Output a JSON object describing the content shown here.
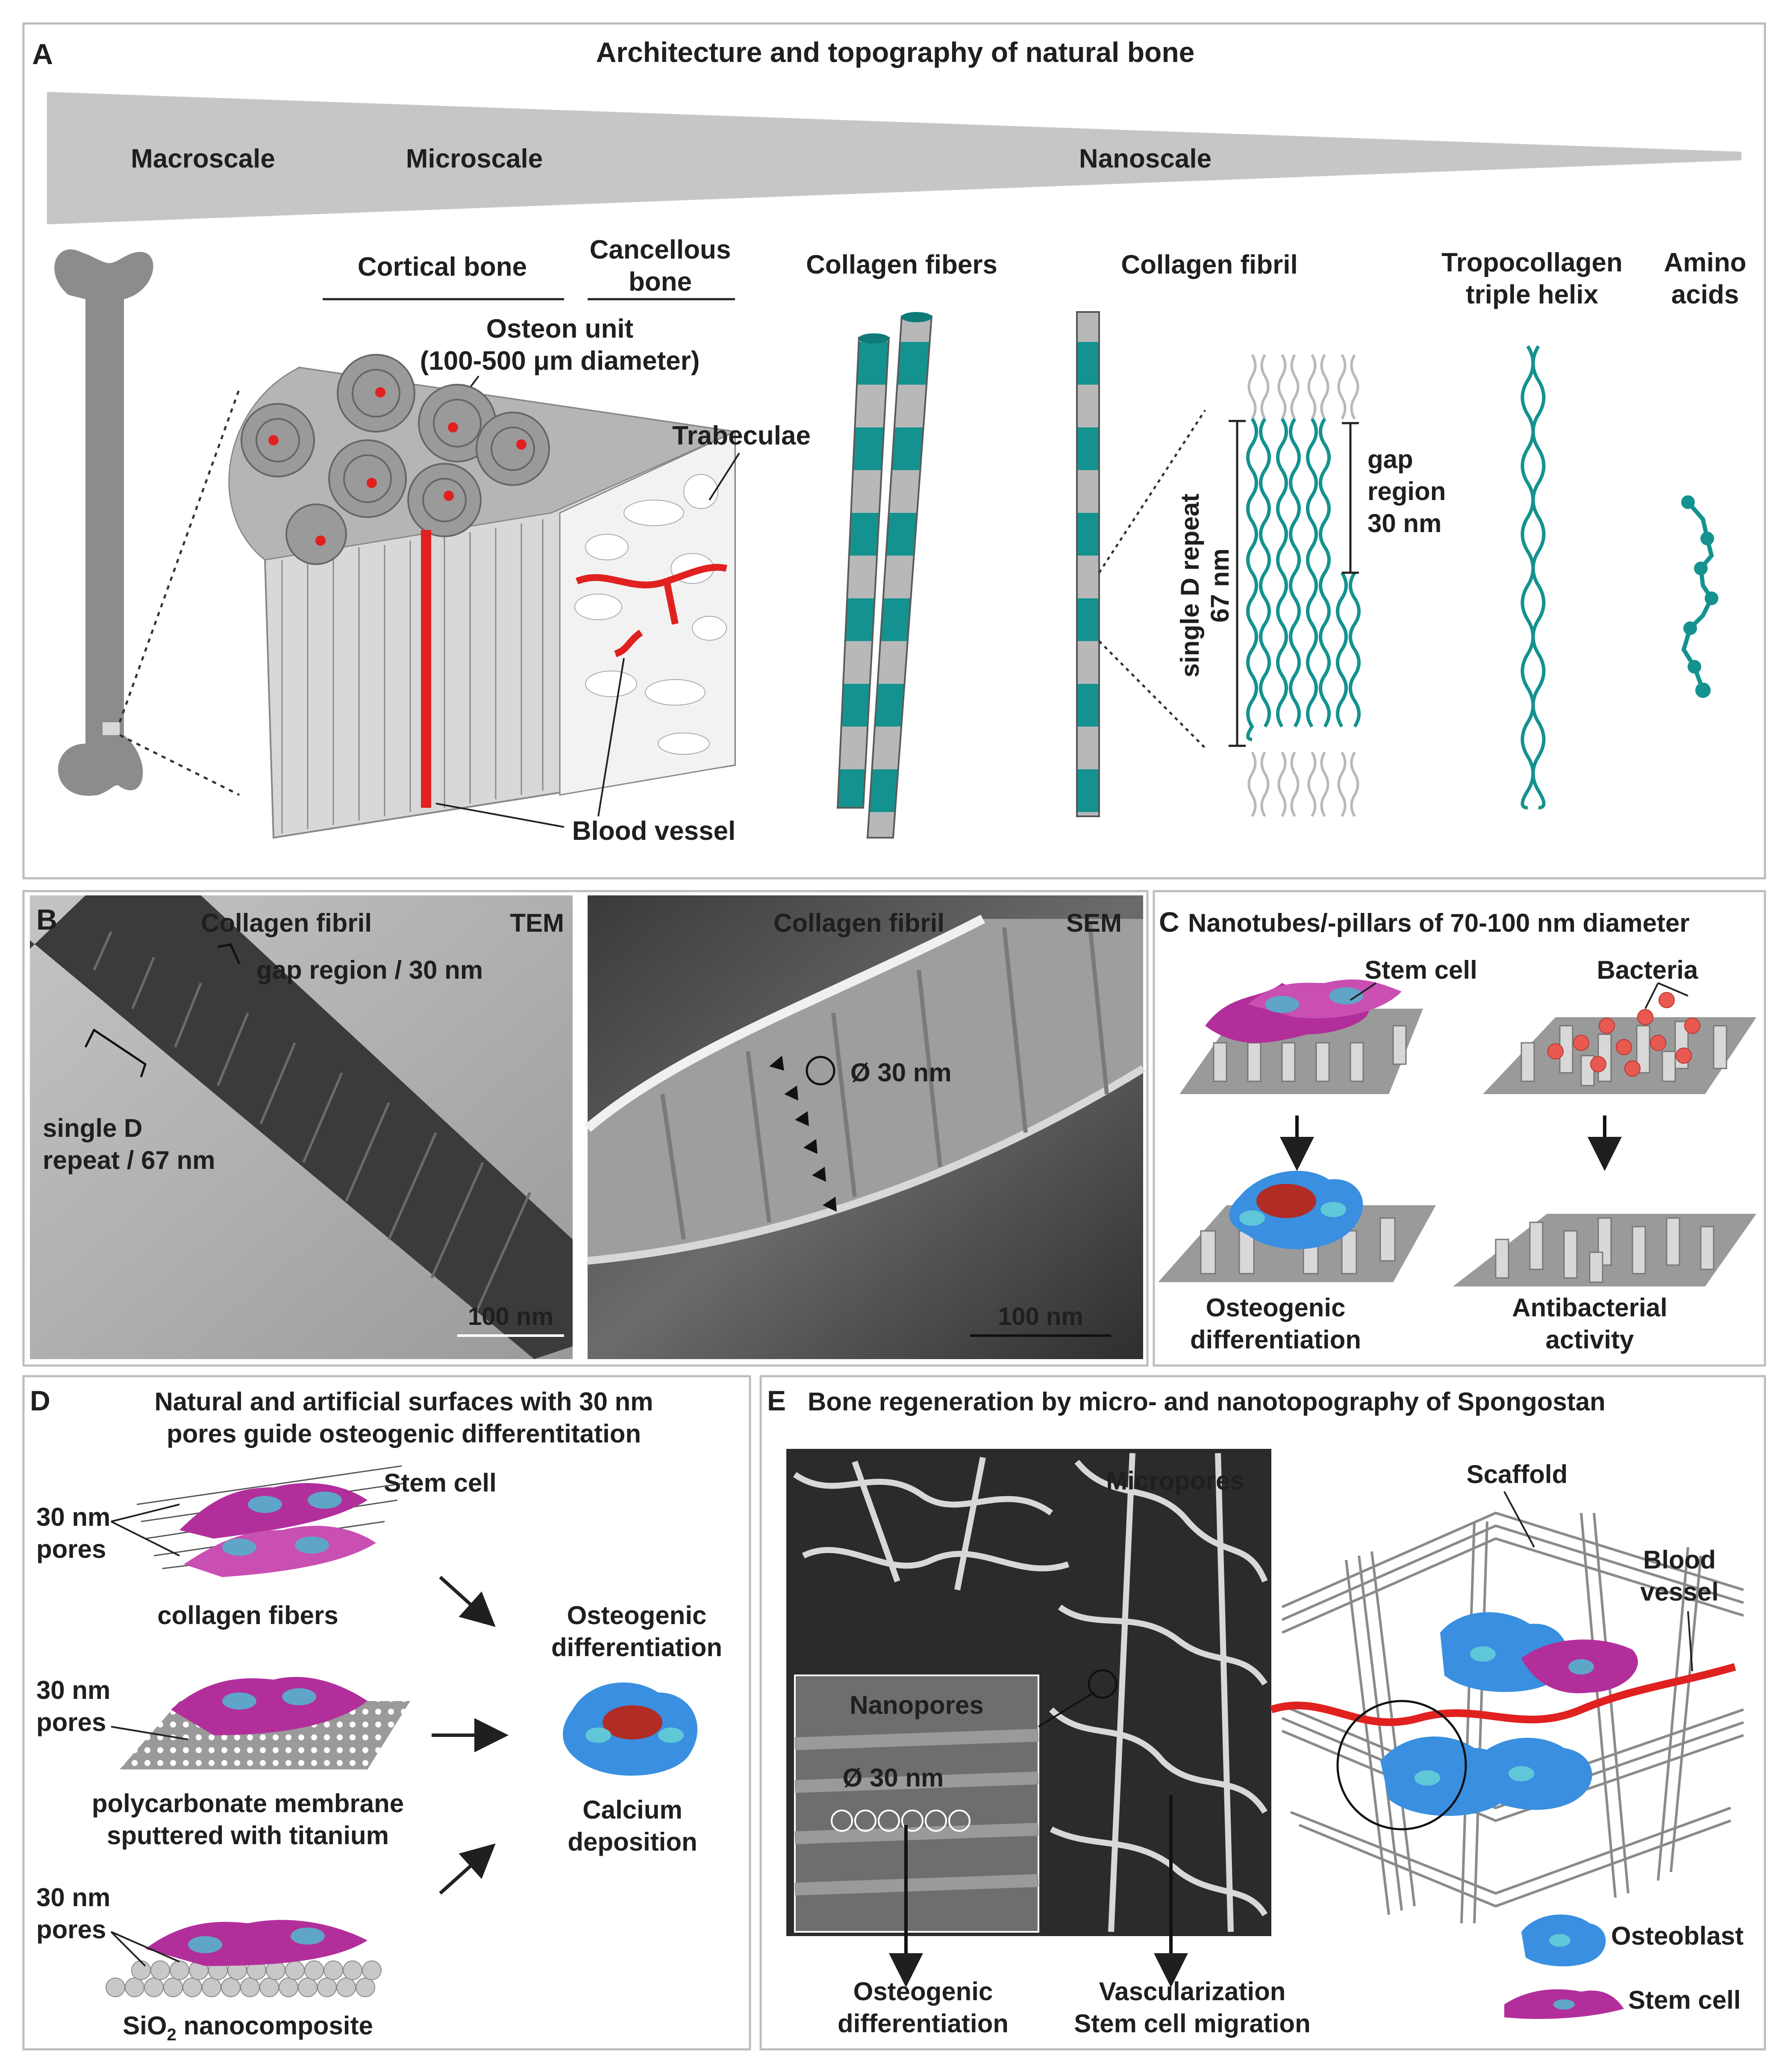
{
  "colors": {
    "teal": "#14928f",
    "red": "#e0211f",
    "magenta": "#b22f9b",
    "blue": "#3a8fe0",
    "bone_gray": "#8c8c8c",
    "dark_red": "#b02c25"
  },
  "panelA": {
    "letter": "A",
    "title": "Architecture and topography of natural bone",
    "scale_macro": "Macroscale",
    "scale_micro": "Microscale",
    "scale_nano": "Nanoscale",
    "cortical": "Cortical bone",
    "cancellous_1": "Cancellous",
    "cancellous_2": "bone",
    "osteon_1": "Osteon unit",
    "osteon_2": "(100-500 μm diameter)",
    "trabeculae": "Trabeculae",
    "blood_vessel": "Blood vessel",
    "collagen_fibers": "Collagen fibers",
    "collagen_fibril": "Collagen fibril",
    "tropo_1": "Tropocollagen",
    "tropo_2": "triple helix",
    "amino_1": "Amino",
    "amino_2": "acids",
    "gap_1": "gap",
    "gap_2": "region",
    "gap_3": "30 nm",
    "dlabel_1": "single D repeat",
    "dlabel_2": "67 nm"
  },
  "panelB": {
    "letter": "B",
    "tem_title": "Collagen fibril",
    "tem_tag": "TEM",
    "gap_label": "gap region / 30 nm",
    "repeat_1": "single D",
    "repeat_2": "repeat / 67 nm",
    "tem_scale": "100 nm",
    "sem_title": "Collagen fibril",
    "sem_tag": "SEM",
    "diameter": "Ø 30 nm",
    "sem_scale": "100 nm"
  },
  "panelC": {
    "letter": "C",
    "title": "Nanotubes/-pillars of 70-100 nm diameter",
    "stem_cell": "Stem cell",
    "bacteria": "Bacteria",
    "osteo_1": "Osteogenic",
    "osteo_2": "differentiation",
    "anti_1": "Antibacterial",
    "anti_2": "activity"
  },
  "panelD": {
    "letter": "D",
    "title_1": "Natural and artificial surfaces with 30 nm",
    "title_2": "pores guide osteogenic differentitation",
    "stem_cell": "Stem cell",
    "pores_1a": "30 nm",
    "pores_1b": "pores",
    "collagen": "collagen fibers",
    "pores_2a": "30 nm",
    "pores_2b": "pores",
    "poly_1": "polycarbonate membrane",
    "poly_2": "sputtered with titanium",
    "pores_3a": "30 nm",
    "pores_3b": "pores",
    "sio2": "SiO",
    "sio2_sub": "2",
    "sio2_rest": " nanocomposite",
    "osteo_1": "Osteogenic",
    "osteo_2": "differentiation",
    "calcium_1": "Calcium",
    "calcium_2": "deposition"
  },
  "panelE": {
    "letter": "E",
    "title": "Bone regeneration by micro- and nanotopography of Spongostan",
    "micropores": "Micropores",
    "nanopores": "Nanopores",
    "diameter": "Ø 30 nm",
    "scaffold": "Scaffold",
    "blood_1": "Blood",
    "blood_2": "vessel",
    "osteoblast": "Osteoblast",
    "stem_cell": "Stem cell",
    "osteo_1": "Osteogenic",
    "osteo_2": "differentiation",
    "vasc_1": "Vascularization",
    "vasc_2": "Stem cell migration"
  }
}
